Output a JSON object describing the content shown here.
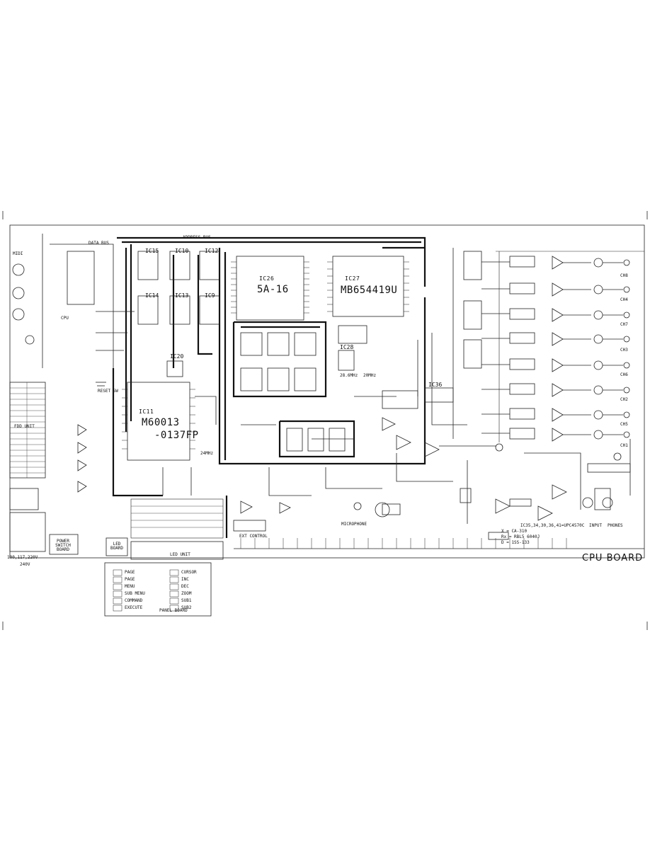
{
  "board_title": "CPU BOARD",
  "ics": {
    "ic26_ref": "IC26",
    "ic26_part": "5A-16",
    "ic27_ref": "IC27",
    "ic27_part": "MB654419U",
    "ic11_ref": "IC11",
    "ic11_part_line1": "M60013",
    "ic11_part_line2": "-0137FP",
    "ic15_ref": "IC15",
    "ic10_ref": "IC10",
    "ic12_ref": "IC12",
    "ic14_ref": "IC14",
    "ic13_ref": "IC13",
    "ic9_ref": "IC9",
    "ic20_ref": "IC20",
    "ic28_ref": "IC28",
    "ic36_ref": "IC36"
  },
  "labels": {
    "data_bus": "DATA BUS",
    "address_bus": "ADDRESS BUS",
    "midi": "MIDI",
    "cpu": "CPU",
    "reset_sw": "RESET SW",
    "fdd_unit": "FDD UNIT",
    "power_switch_board": "POWER SWITCH BOARD",
    "voltage": "100,117,220V",
    "voltage2": "240V",
    "led_board": "LED BOARD",
    "led_unit": "LED UNIT",
    "panel_board": "PANEL BOARD",
    "ext_control": "EXT CONTROL",
    "microphone": "MICROPHONE",
    "input": "INPUT",
    "phones": "PHONES",
    "xtal_20mhz": "20MHz",
    "xtal_24mhz": "24MHz",
    "xtal_28mhz": "28.6MHz",
    "legend_x": "X = CA-310",
    "legend_rx": "Rx = RBL5 6040J",
    "legend_d": "D = 1SS-133",
    "op_amp_note": "IC35,34,30,36,41=UPC4570C"
  },
  "outputs": [
    "CH8",
    "CH4",
    "CH7",
    "CH3",
    "CH6",
    "CH2",
    "CH5",
    "CH1"
  ],
  "panel_buttons": [
    "PAGE",
    "PAGE",
    "MENU",
    "SUB MENU",
    "COMMAND",
    "EXECUTE"
  ],
  "panel_buttons_right": [
    "CURSOR",
    "INC",
    "DEC",
    "ZOOM",
    "SUB1",
    "SUB2"
  ]
}
